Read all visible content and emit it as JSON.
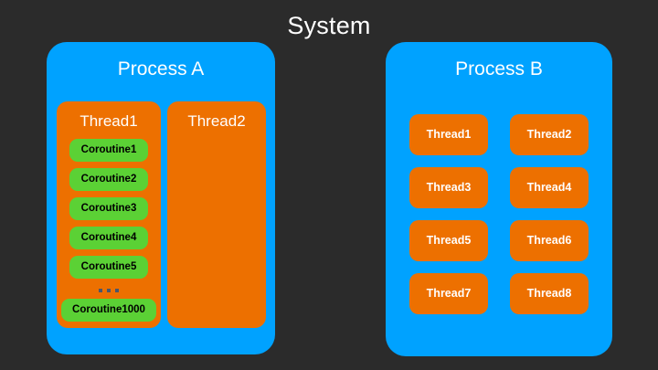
{
  "diagram": {
    "title": "System",
    "background_color": "#2b2b2b",
    "process_color": "#00A2FF",
    "thread_color": "#ED7000",
    "coroutine_color": "#5BD135"
  },
  "process_a": {
    "title": "Process A",
    "threads": [
      {
        "label": "Thread1",
        "coroutines": [
          "Coroutine1",
          "Coroutine2",
          "Coroutine3",
          "Coroutine4",
          "Coroutine5"
        ],
        "ellipsis": "...",
        "last_coroutine": "Coroutine1000"
      },
      {
        "label": "Thread2",
        "coroutines": []
      }
    ]
  },
  "process_b": {
    "title": "Process B",
    "threads": [
      "Thread1",
      "Thread2",
      "Thread3",
      "Thread4",
      "Thread5",
      "Thread6",
      "Thread7",
      "Thread8"
    ]
  }
}
